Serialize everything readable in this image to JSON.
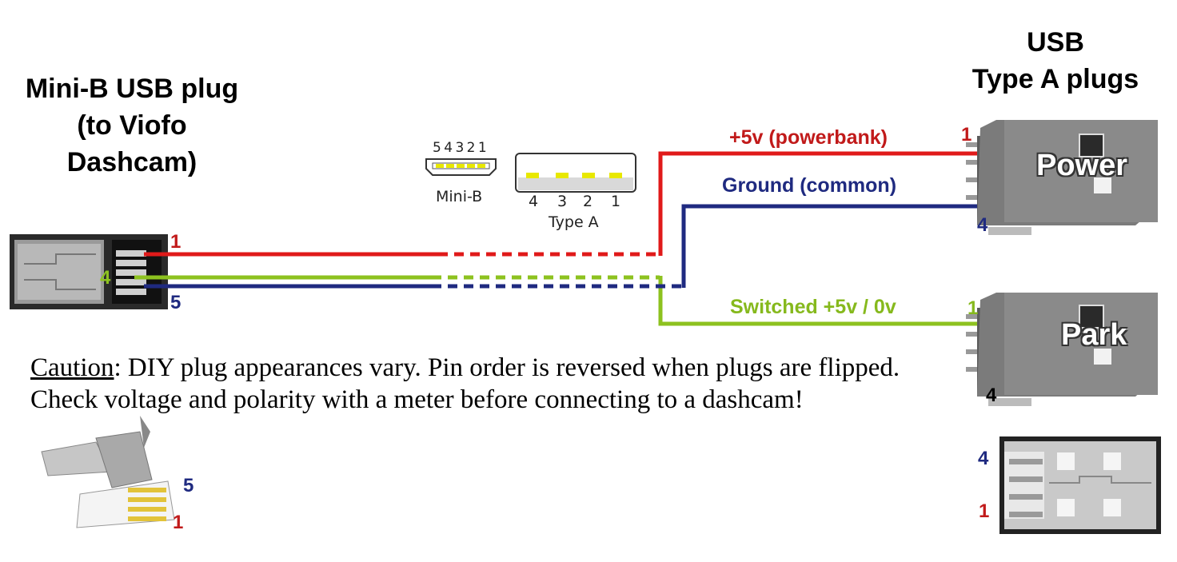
{
  "titles": {
    "mini_b_line1": "Mini-B USB plug",
    "mini_b_line2": "(to Viofo",
    "mini_b_line3": "Dashcam)",
    "usb_a_line1": "USB",
    "usb_a_line2": "Type A plugs"
  },
  "wire_labels": {
    "power": "+5v (powerbank)",
    "ground": "Ground (common)",
    "switched": "Switched +5v / 0v"
  },
  "pin_labels": {
    "mini_left_1": "1",
    "mini_left_4": "4",
    "mini_left_5": "5",
    "power_plug_1": "1",
    "power_plug_4": "4",
    "park_plug_1": "1",
    "park_plug_4": "4",
    "mini_bottom_5": "5",
    "mini_bottom_1": "1",
    "a_front_4": "4",
    "a_front_1": "1"
  },
  "plug_names": {
    "power": "Power",
    "park": "Park"
  },
  "pinout_diagram": {
    "mini_b_pins": "5 4 3 2 1",
    "mini_b_label": "Mini-B",
    "type_a_pins": [
      "4",
      "3",
      "2",
      "1"
    ],
    "type_a_label": "Type A"
  },
  "caution": {
    "heading": "Caution",
    "line1_rest": ": DIY plug appearances vary. Pin order is reversed when plugs are flipped.",
    "line2": "Check voltage and polarity with a meter before connecting to a dashcam!"
  },
  "colors": {
    "red": "#e01a1a",
    "navy": "#1f2a80",
    "green": "#8dc21f",
    "red_text": "#c11a1a",
    "navy_text": "#1f2a80",
    "green_text": "#86b91d",
    "pin_yellow": "#e8e800"
  }
}
